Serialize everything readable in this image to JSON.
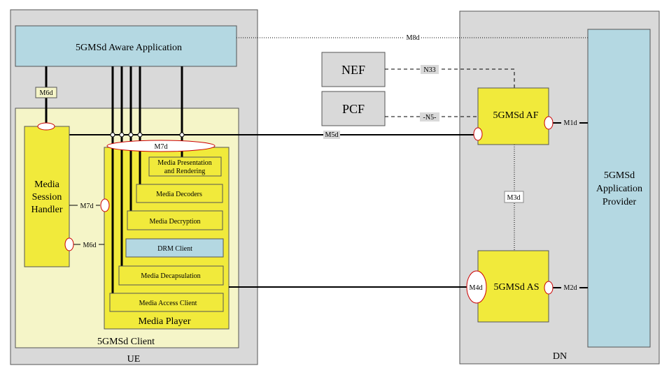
{
  "ue": {
    "label": "UE",
    "aware_app": "5GMSd Aware Application",
    "client_label": "5GMSd Client",
    "media_session_handler": [
      "Media",
      "Session",
      "Handler"
    ],
    "media_player": {
      "label": "Media Player",
      "components": {
        "presentation": [
          "Media Presentation",
          "and Rendering"
        ],
        "decoders": "Media Decoders",
        "decryption": "Media Decryption",
        "drm": "DRM Client",
        "decapsulation": "Media Decapsulation",
        "access_client": "Media Access Client"
      }
    }
  },
  "dn": {
    "label": "DN",
    "af": "5GMSd AF",
    "as": "5GMSd AS",
    "app_provider": [
      "5GMSd",
      "Application",
      "Provider"
    ]
  },
  "nef": "NEF",
  "pcf": "PCF",
  "interfaces": {
    "m1d": "M1d",
    "m2d": "M2d",
    "m3d": "M3d",
    "m4d": "M4d",
    "m5d": "M5d",
    "m6d_top": "M6d",
    "m6d_side": "M6d",
    "m7d_top": "M7d",
    "m7d_side": "M7d",
    "m8d": "M8d",
    "n33": "N33",
    "n5": "-N5-"
  },
  "colors": {
    "region_bg": "#d9d9d9",
    "client_bg": "#f5f5c8",
    "yellow": "#f1ea3b",
    "blue": "#b4d8e2"
  }
}
